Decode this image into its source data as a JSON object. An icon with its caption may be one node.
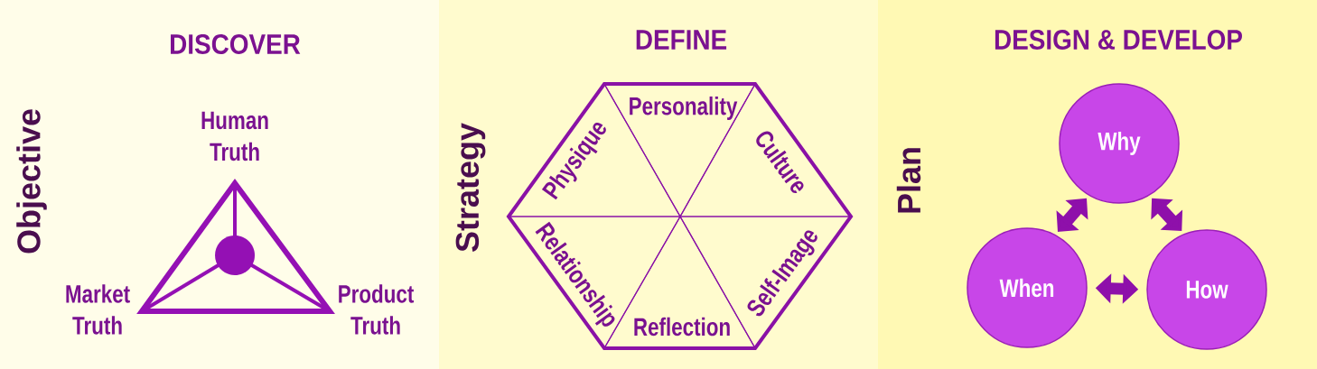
{
  "diagram": {
    "nodes": [
      {
        "text": [
          "DISCOVER",
          "Objective"
        ]
      },
      {
        "text": [],
        "shape": "triangle",
        "in": 0,
        "beside": [
          "Human Truth",
          "Market Truth",
          "Product Truth"
        ]
      },
      {
        "text": [
          "DEFINE",
          "Strategy"
        ]
      },
      {
        "text": [],
        "shape": "hexagon",
        "in": 2
      },
      {
        "text": [
          "Physique"
        ],
        "in": 3
      },
      {
        "text": [
          "Personality"
        ],
        "in": 3
      },
      {
        "text": [
          "Culture"
        ],
        "in": 3
      },
      {
        "text": [
          "Relationship"
        ],
        "in": 3
      },
      {
        "text": [
          "Reflection"
        ],
        "in": 3
      },
      {
        "text": [
          "Self-Image"
        ],
        "in": 3
      },
      {
        "text": [
          "DESIGN & DEVELOP",
          "Plan"
        ]
      },
      {
        "text": [
          "Why"
        ],
        "in": 10
      },
      {
        "text": [
          "When"
        ],
        "in": 10
      },
      {
        "text": [
          "How"
        ],
        "in": 10
      }
    ],
    "edges": [
      {
        "from": 11,
        "to": 12,
        "arrow": "both"
      },
      {
        "from": 11,
        "to": 13,
        "arrow": "both"
      },
      {
        "from": 12,
        "to": 13,
        "arrow": "both"
      }
    ]
  }
}
